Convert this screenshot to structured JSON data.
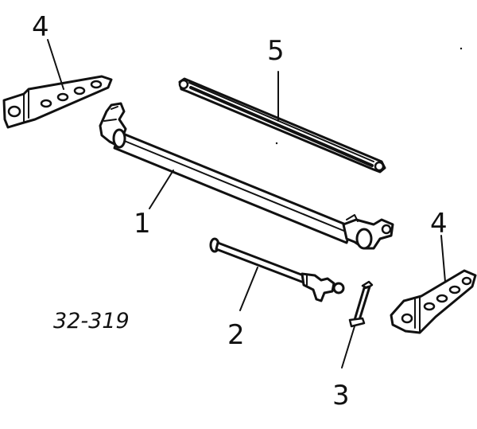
{
  "figure": {
    "code": "32-319",
    "callouts": {
      "bracket_left": "4",
      "strut_rod": "5",
      "axle_tube": "1",
      "bolt": "2",
      "pin": "3",
      "bracket_right": "4"
    }
  }
}
